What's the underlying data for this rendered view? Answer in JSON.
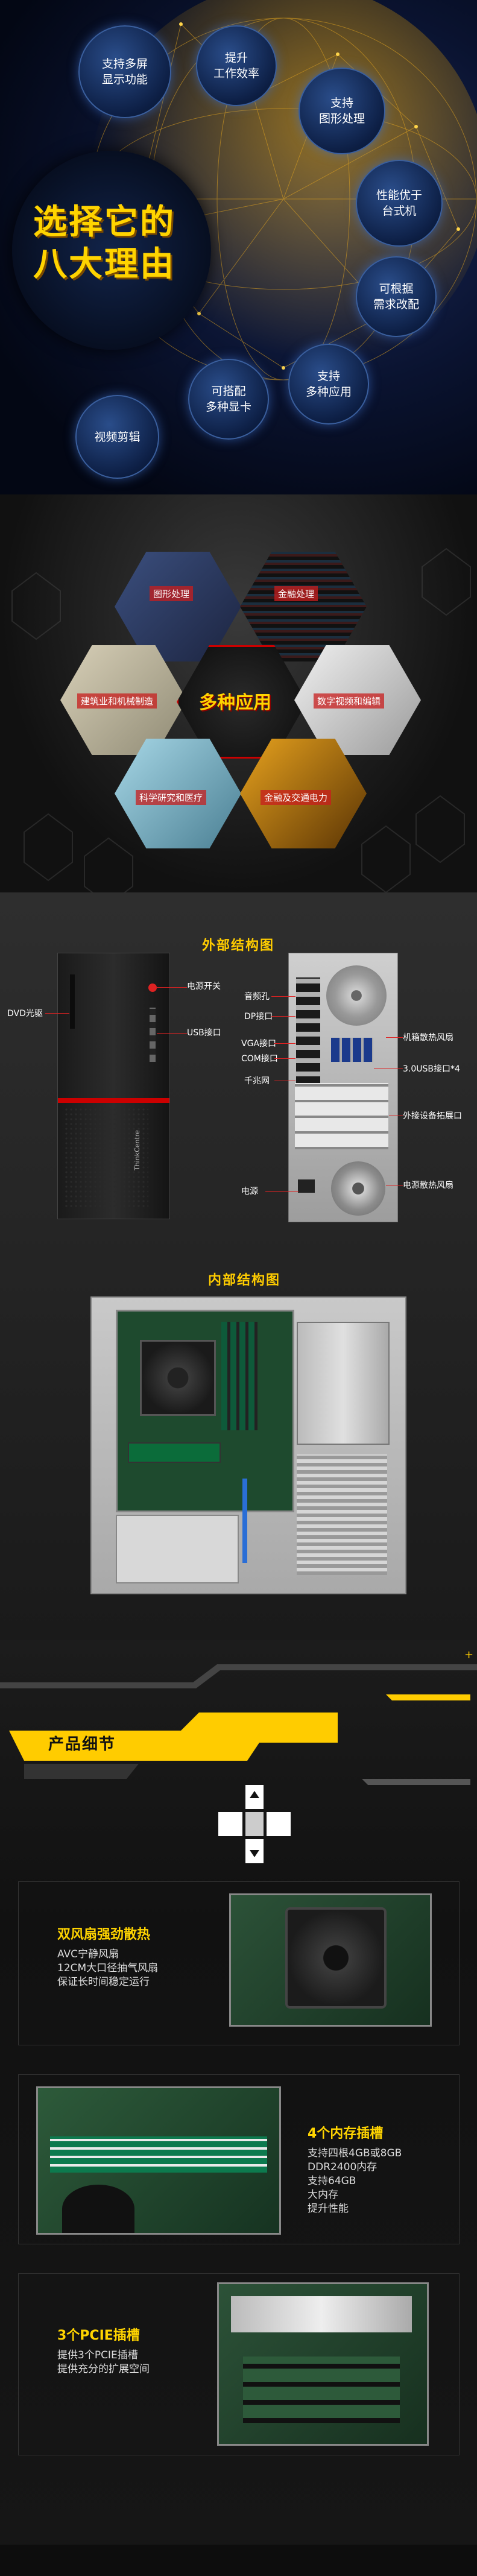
{
  "reasons": {
    "title_line1": "选择它的",
    "title_line2": "八大理由",
    "items": [
      "支持多屏\n显示功能",
      "提升\n工作效率",
      "支持\n图形处理",
      "性能优于\n台式机",
      "可根据\n需求改配",
      "支持\n多种应用",
      "可搭配\n多种显卡",
      "视频剪辑"
    ]
  },
  "apps": {
    "center": "多种应用",
    "items": [
      "图形处理",
      "金融处理",
      "建筑业和机械制造",
      "数字视频和编辑",
      "科学研究和医疗",
      "金融及交通电力"
    ]
  },
  "external": {
    "title": "外部结构图",
    "left_labels": [
      "DVD光驱",
      "电源开关",
      "USB接口"
    ],
    "mid_labels": [
      "音频孔",
      "DP接口",
      "VGA接口",
      "COM接口",
      "千兆网",
      "电源"
    ],
    "right_labels": [
      "机箱散热风扇",
      "3.0USB接口*4",
      "外接设备拓展口",
      "电源散热风扇"
    ],
    "brand": "ThinkCentre"
  },
  "internal": {
    "title": "内部结构图"
  },
  "details": {
    "title": "产品细节",
    "f1_title": "双风扇强劲散热",
    "f1_desc": "AVC宁静风扇\n12CM大口径抽气风扇\n保证长时间稳定运行",
    "f2_title": "4个内存插槽",
    "f2_desc": "支持四根4GB或8GB\nDDR2400内存\n支持64GB\n大内存\n提升性能",
    "f3_title": "3个PCIE插槽",
    "f3_desc": "提供3个PCIE插槽\n提供充分的扩展空间"
  }
}
